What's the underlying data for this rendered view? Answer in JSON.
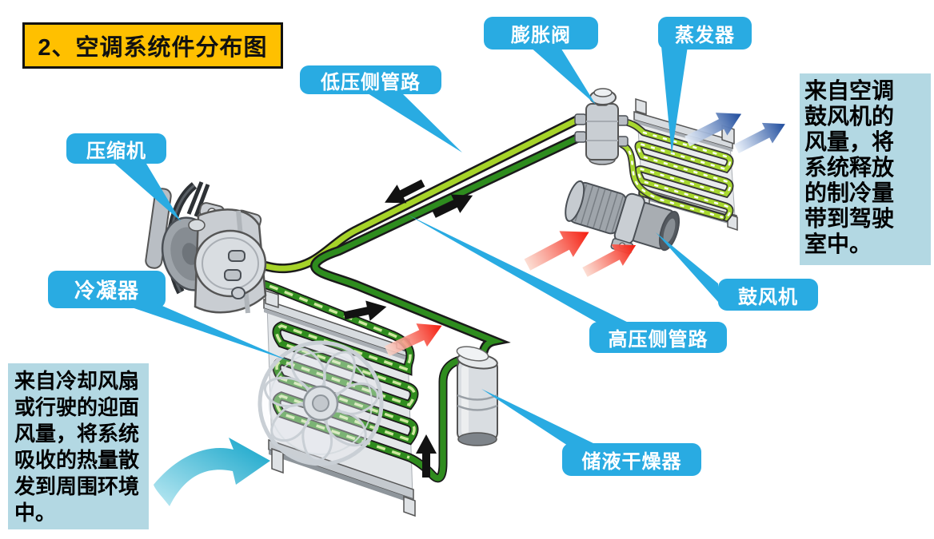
{
  "title": "2、空调系统件分布图",
  "labels": {
    "compressor": "压缩机",
    "condenser": "冷凝器",
    "low_pressure_pipe": "低压侧管路",
    "expansion_valve": "膨胀阀",
    "evaporator": "蒸发器",
    "blower": "鼓风机",
    "high_pressure_pipe": "高压侧管路",
    "receiver_drier": "储液干燥器"
  },
  "notes": {
    "left": "来自冷却风扇\n或行驶的迎面\n风量，将系统\n吸收的热量散\n发到周围环境\n中。",
    "right": "来自空调\n鼓风机的\n风量，将\n系统释放\n的制冷量\n带到驾驶\n室中。"
  },
  "colors": {
    "callout_blue": "#29ABE2",
    "title_yellow": "#FFC000",
    "note_blue": "#B3D8E3",
    "low_pressure_green": "#A6D329",
    "high_pressure_green": "#2E8C1E",
    "hot_air_red": "#F51A0C",
    "cold_air_blue": "#1C4A9C",
    "ambient_air_cyan": "#0FA3C9"
  }
}
